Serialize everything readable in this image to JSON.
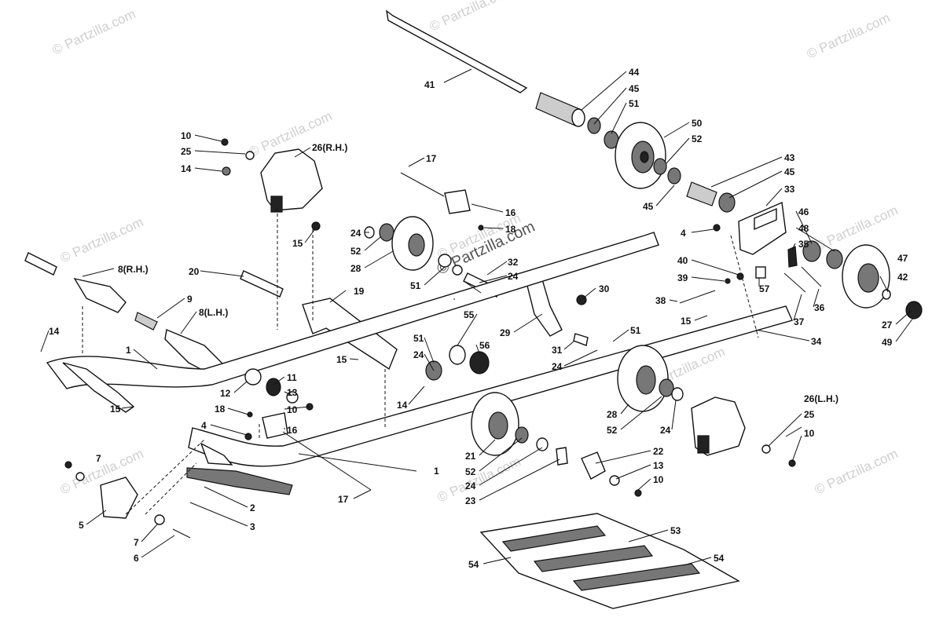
{
  "watermarks": [
    {
      "text": "© Partzilla.com"
    },
    {
      "text": "© Partzilla.com"
    },
    {
      "text": "© Partzilla.com"
    },
    {
      "text": "© Partzilla.com"
    },
    {
      "text": "© Partzilla.com"
    },
    {
      "text": "© Partzilla.com"
    },
    {
      "text": "© Partzilla.com"
    },
    {
      "text": "© Partzilla.com"
    },
    {
      "text": "© Partzilla.com"
    },
    {
      "text": "© Partzilla.com"
    },
    {
      "text": "© Partzilla.com"
    }
  ],
  "center_watermark": "© Partzilla.com",
  "callouts": [
    {
      "label": "41"
    },
    {
      "label": "44"
    },
    {
      "label": "45"
    },
    {
      "label": "51"
    },
    {
      "label": "50"
    },
    {
      "label": "52"
    },
    {
      "label": "43"
    },
    {
      "label": "45"
    },
    {
      "label": "45"
    },
    {
      "label": "33"
    },
    {
      "label": "10"
    },
    {
      "label": "25"
    },
    {
      "label": "26(R.H.)"
    },
    {
      "label": "14"
    },
    {
      "label": "15"
    },
    {
      "label": "17"
    },
    {
      "label": "16"
    },
    {
      "label": "18"
    },
    {
      "label": "24"
    },
    {
      "label": "52"
    },
    {
      "label": "28"
    },
    {
      "label": "46"
    },
    {
      "label": "48"
    },
    {
      "label": "35"
    },
    {
      "label": "4"
    },
    {
      "label": "47"
    },
    {
      "label": "42"
    },
    {
      "label": "40"
    },
    {
      "label": "39"
    },
    {
      "label": "57"
    },
    {
      "label": "36"
    },
    {
      "label": "27"
    },
    {
      "label": "37"
    },
    {
      "label": "49"
    },
    {
      "label": "8(R.H.)"
    },
    {
      "label": "20"
    },
    {
      "label": "32"
    },
    {
      "label": "24"
    },
    {
      "label": "51"
    },
    {
      "label": "19"
    },
    {
      "label": "30"
    },
    {
      "label": "38"
    },
    {
      "label": "9"
    },
    {
      "label": "8(L.H.)"
    },
    {
      "label": "55"
    },
    {
      "label": "29"
    },
    {
      "label": "15"
    },
    {
      "label": "34"
    },
    {
      "label": "14"
    },
    {
      "label": "1"
    },
    {
      "label": "51"
    },
    {
      "label": "24"
    },
    {
      "label": "56"
    },
    {
      "label": "31"
    },
    {
      "label": "24"
    },
    {
      "label": "51"
    },
    {
      "label": "15"
    },
    {
      "label": "11"
    },
    {
      "label": "12"
    },
    {
      "label": "13"
    },
    {
      "label": "10"
    },
    {
      "label": "14"
    },
    {
      "label": "15"
    },
    {
      "label": "18"
    },
    {
      "label": "16"
    },
    {
      "label": "28"
    },
    {
      "label": "52"
    },
    {
      "label": "24"
    },
    {
      "label": "26(L.H.)"
    },
    {
      "label": "25"
    },
    {
      "label": "10"
    },
    {
      "label": "4"
    },
    {
      "label": "7"
    },
    {
      "label": "1"
    },
    {
      "label": "21"
    },
    {
      "label": "52"
    },
    {
      "label": "24"
    },
    {
      "label": "23"
    },
    {
      "label": "22"
    },
    {
      "label": "13"
    },
    {
      "label": "10"
    },
    {
      "label": "17"
    },
    {
      "label": "2"
    },
    {
      "label": "3"
    },
    {
      "label": "5"
    },
    {
      "label": "7"
    },
    {
      "label": "6"
    },
    {
      "label": "53"
    },
    {
      "label": "54"
    },
    {
      "label": "54"
    }
  ]
}
